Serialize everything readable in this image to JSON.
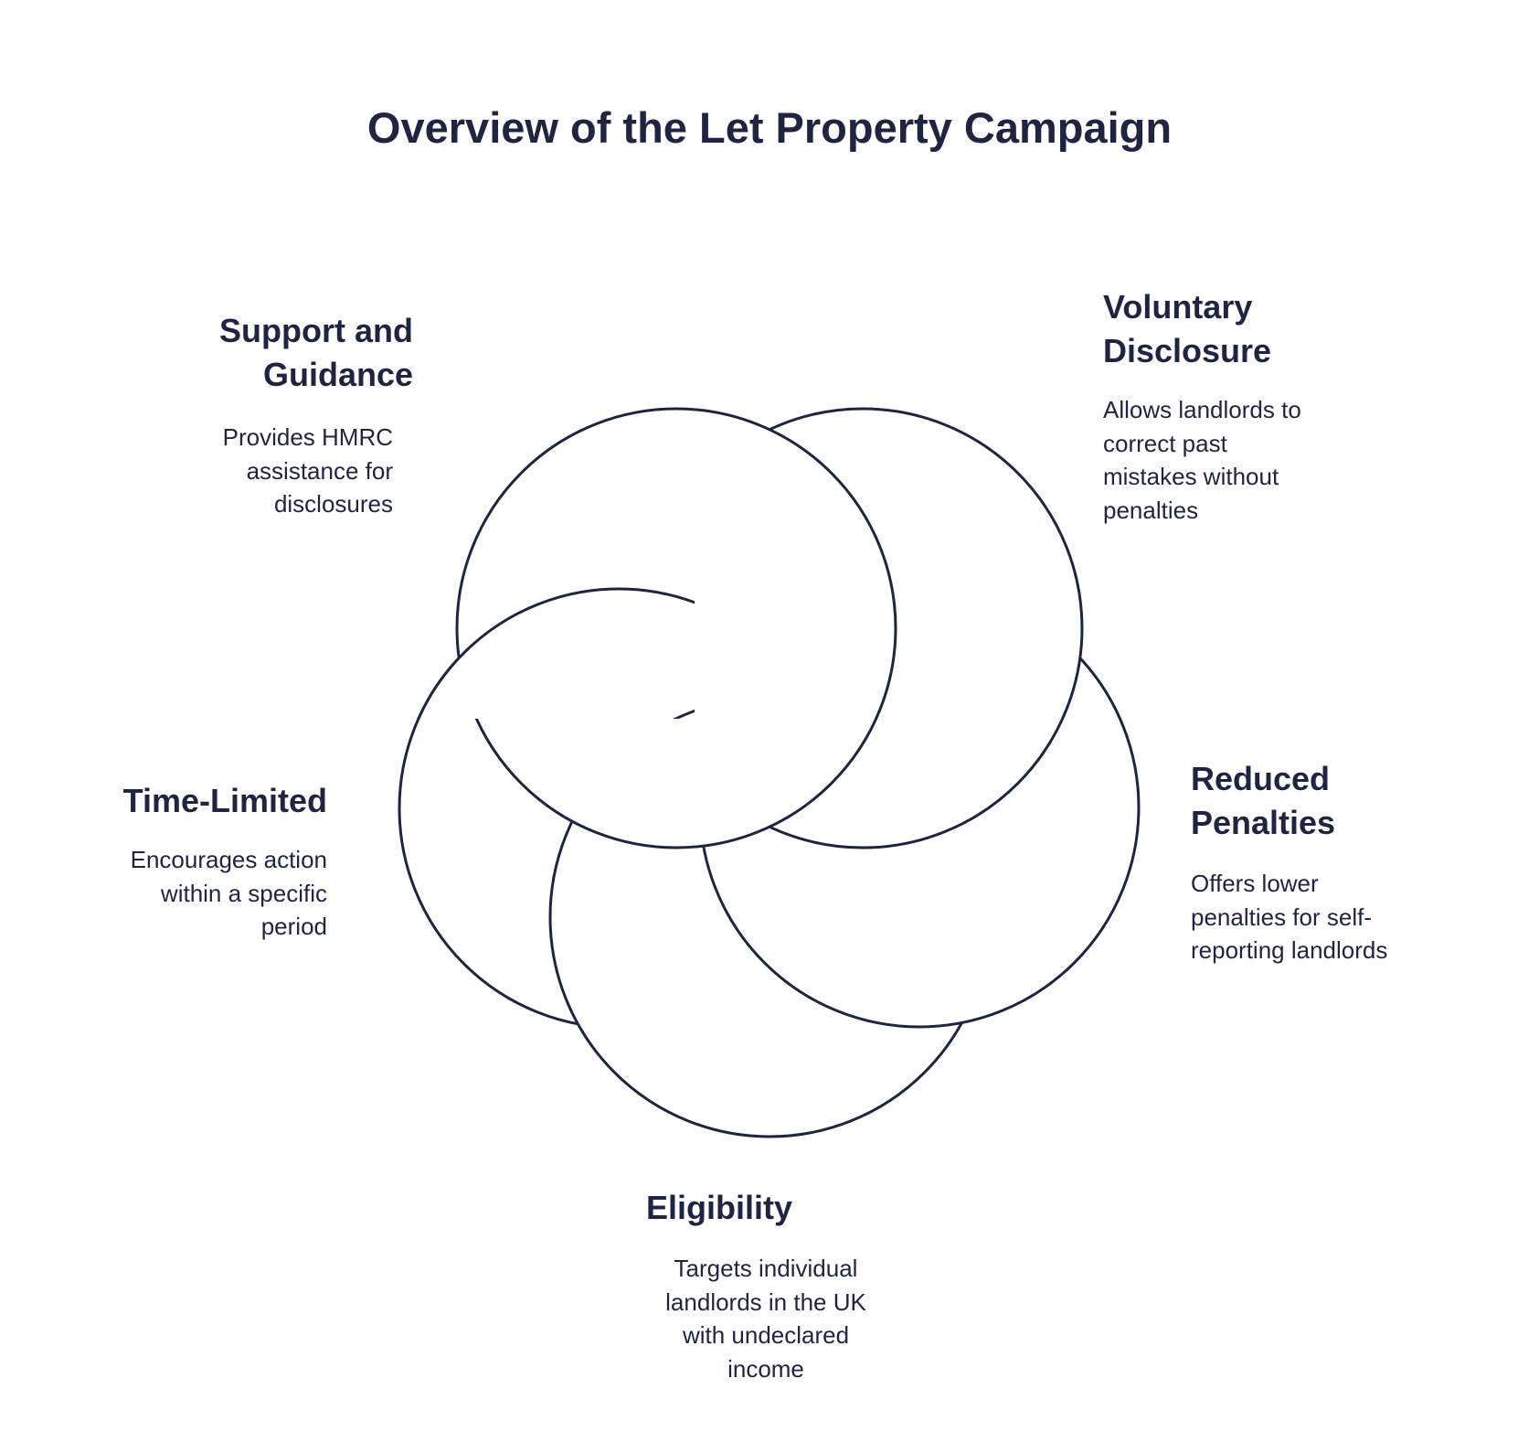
{
  "title": "Overview of the Let Property Campaign",
  "colors": {
    "text": "#1f2541",
    "stroke": "#1e2540",
    "background": "#ffffff"
  },
  "segments": [
    {
      "id": "support",
      "heading_lines": [
        "Support and",
        "Guidance"
      ],
      "body_lines": [
        "Provides HMRC",
        "assistance for",
        "disclosures"
      ]
    },
    {
      "id": "voluntary",
      "heading_lines": [
        "Voluntary",
        "Disclosure"
      ],
      "body_lines": [
        "Allows landlords to",
        "correct past",
        "mistakes without",
        "penalties"
      ]
    },
    {
      "id": "reduced",
      "heading_lines": [
        "Reduced",
        "Penalties"
      ],
      "body_lines": [
        "Offers lower",
        "penalties for self-",
        "reporting landlords"
      ]
    },
    {
      "id": "eligibility",
      "heading_lines": [
        "Eligibility"
      ],
      "body_lines": [
        "Targets individual",
        "landlords in the UK",
        "with undeclared",
        "income"
      ]
    },
    {
      "id": "time-limited",
      "heading_lines": [
        "Time-Limited"
      ],
      "body_lines": [
        "Encourages action",
        "within a specific",
        "period"
      ]
    }
  ]
}
